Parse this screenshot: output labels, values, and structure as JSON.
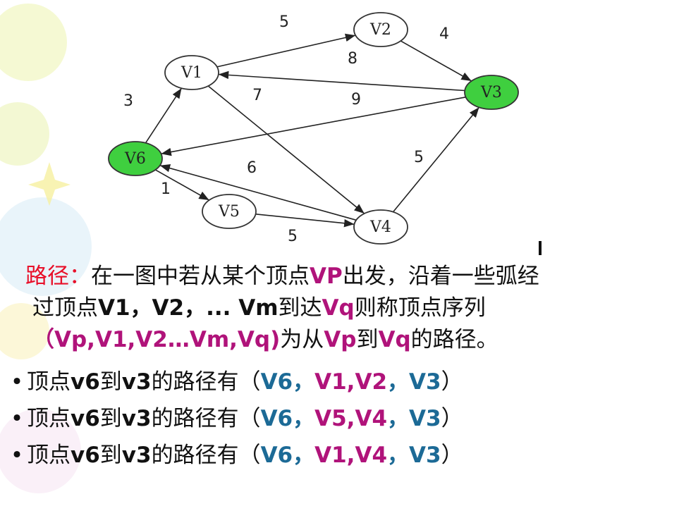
{
  "graph": {
    "nodes": [
      {
        "id": "v1",
        "label": "V1",
        "highlight": false
      },
      {
        "id": "v2",
        "label": "V2",
        "highlight": false
      },
      {
        "id": "v3",
        "label": "V3",
        "highlight": true
      },
      {
        "id": "v4",
        "label": "V4",
        "highlight": false
      },
      {
        "id": "v5",
        "label": "V5",
        "highlight": false
      },
      {
        "id": "v6",
        "label": "V6",
        "highlight": true
      }
    ],
    "edges": [
      {
        "from": "v1",
        "to": "v2",
        "weight": "5"
      },
      {
        "from": "v2",
        "to": "v3",
        "weight": "4"
      },
      {
        "from": "v3",
        "to": "v1",
        "weight": "8"
      },
      {
        "from": "v1",
        "to": "v4",
        "weight": "7"
      },
      {
        "from": "v3",
        "to": "v6",
        "weight": "9"
      },
      {
        "from": "v6",
        "to": "v1",
        "weight": "3"
      },
      {
        "from": "v4",
        "to": "v6",
        "weight": "6"
      },
      {
        "from": "v6",
        "to": "v5",
        "weight": "1"
      },
      {
        "from": "v5",
        "to": "v4",
        "weight": "5"
      },
      {
        "from": "v4",
        "to": "v3",
        "weight": "5"
      }
    ],
    "highlight_color": "#3fcf3f"
  },
  "definition": {
    "term": "路径",
    "colon": "：",
    "l1_a": "在一图中若从某个顶点",
    "l1_b": "VP",
    "l1_c": "出发，沿着一些弧经",
    "l2_a": "过顶点",
    "l2_b": "V1，V2，... Vm",
    "l2_c": "到达",
    "l2_d": "Vq",
    "l2_e": "则称顶点序列",
    "l3_a": "（",
    "l3_b": "Vp,V1,V2…Vm,Vq)",
    "l3_c": "为从",
    "l3_d": "Vp",
    "l3_e": "到",
    "l3_f": "Vq",
    "l3_g": "的路径。"
  },
  "paths": [
    {
      "bullet": "•",
      "p1": "顶点",
      "p2": "v6",
      "p3": "到",
      "p4": "v3",
      "p5": "的路径有（",
      "s1": "V6，",
      "mid": "V1,V2",
      "s2": "，V3",
      "close": "）"
    },
    {
      "bullet": "•",
      "p1": "顶点",
      "p2": "v6",
      "p3": "到",
      "p4": "v3",
      "p5": "的路径有（",
      "s1": "V6，",
      "mid": "V5,V4",
      "s2": "，V3",
      "close": "）"
    },
    {
      "bullet": "•",
      "p1": "顶点",
      "p2": "v6",
      "p3": "到",
      "p4": "v3",
      "p5": "的路径有（",
      "s1": "V6，",
      "mid": "V1,V4",
      "s2": "，V3",
      "close": "）"
    }
  ]
}
